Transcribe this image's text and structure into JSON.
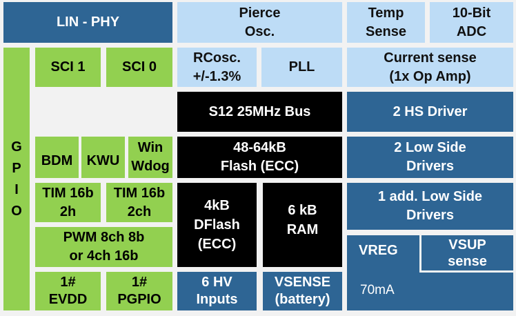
{
  "blocks": {
    "lin_phy": [
      "LIN - PHY"
    ],
    "pierce_osc": [
      "Pierce",
      "Osc."
    ],
    "temp_sense": [
      "Temp",
      "Sense"
    ],
    "adc": [
      "10-Bit",
      "ADC"
    ],
    "gpio": [
      "G",
      "P",
      "I",
      "O"
    ],
    "sci1": [
      "SCI 1"
    ],
    "sci0": [
      "SCI 0"
    ],
    "rcosc": [
      "RCosc.",
      "+/-1.3%"
    ],
    "pll": [
      "PLL"
    ],
    "current_sense": [
      "Current sense",
      "(1x Op Amp)"
    ],
    "bus": [
      "S12 25MHz Bus"
    ],
    "hs_driver": [
      "2 HS Driver"
    ],
    "bdm": [
      "BDM"
    ],
    "kwu": [
      "KWU"
    ],
    "wdog": [
      "Win",
      "Wdog"
    ],
    "flash": [
      "48-64kB",
      "Flash (ECC)"
    ],
    "ls_drivers": [
      "2 Low Side",
      "Drivers"
    ],
    "tim1": [
      "TIM 16b",
      "2h"
    ],
    "tim2": [
      "TIM 16b",
      "2ch"
    ],
    "dflash": [
      "4kB",
      "DFlash",
      "(ECC)"
    ],
    "ram": [
      "6 kB",
      "RAM"
    ],
    "add_ls": [
      "1 add. Low Side",
      "Drivers"
    ],
    "pwm": [
      "PWM 8ch 8b",
      "or 4ch 16b"
    ],
    "vreg": [
      "VREG"
    ],
    "vreg_current": "70mA",
    "vsup": [
      "VSUP",
      "sense"
    ],
    "evdd": [
      "1#",
      "EVDD"
    ],
    "pgpio": [
      "1#",
      "PGPIO"
    ],
    "hv_inputs": [
      "6 HV",
      "Inputs"
    ],
    "vsense": [
      "VSENSE",
      "(battery)"
    ]
  },
  "colors": {
    "dark_blue": "#2e6594",
    "light_blue": "#bddcf6",
    "green": "#92d050",
    "black": "#000000",
    "background": "#f2f2f2"
  }
}
